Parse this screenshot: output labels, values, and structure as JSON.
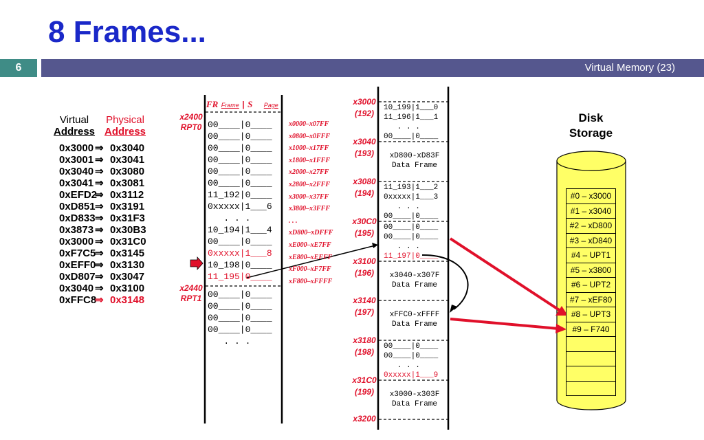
{
  "header": {
    "title": "8 Frames...",
    "slide_number": "6",
    "section": "Virtual Memory (23)"
  },
  "mapping": {
    "virtual_header": [
      "Virtual",
      "Address"
    ],
    "physical_header": [
      "Physical",
      "Address"
    ],
    "arrow": "⇒",
    "rows": [
      {
        "va": "0x3000",
        "pa": "0x3040"
      },
      {
        "va": "0x3001",
        "pa": "0x3041"
      },
      {
        "va": "0x3040",
        "pa": "0x3080"
      },
      {
        "va": "0x3041",
        "pa": "0x3081"
      },
      {
        "va": "0xEFD2",
        "pa": "0x3112"
      },
      {
        "va": "0xD851",
        "pa": "0x3191"
      },
      {
        "va": "0xD833",
        "pa": "0x31F3"
      },
      {
        "va": "0x3873",
        "pa": "0x30B3"
      },
      {
        "va": "0x3000",
        "pa": "0x31C0"
      },
      {
        "va": "0xF7C5",
        "pa": "0x3145"
      },
      {
        "va": "0xEFF0",
        "pa": "0x3130"
      },
      {
        "va": "0xD807",
        "pa": "0x3047"
      },
      {
        "va": "0x3040",
        "pa": "0x3100"
      },
      {
        "va": "0xFFC8",
        "pa": "0x3148",
        "highlight": true
      }
    ]
  },
  "page_table": {
    "header_frame": "FR",
    "header_frame_small": "Frame",
    "header_sep": "|",
    "header_status": "S",
    "header_page_small": "Page",
    "labels": [
      {
        "addr": "x2400",
        "name": "RPT0"
      },
      {
        "addr": "x2440",
        "name": "RPT1"
      }
    ],
    "rpt0_rows": [
      {
        "text": "00____|0____"
      },
      {
        "text": "00____|0____"
      },
      {
        "text": "00____|0____"
      },
      {
        "text": "00____|0____"
      },
      {
        "text": "00____|0____"
      },
      {
        "text": "00____|0____"
      },
      {
        "text": "11_192|0____"
      },
      {
        "text": "0xxxxx|1___6"
      },
      {
        "text": "   . . ."
      },
      {
        "text": "10_194|1___4"
      },
      {
        "text": "00____|0____"
      },
      {
        "text": "0xxxxx|1___8",
        "red": true
      },
      {
        "text": "10_198|0____"
      },
      {
        "text": "11_195|0____",
        "red": true
      }
    ],
    "rpt1_rows": [
      {
        "text": "00____|0____"
      },
      {
        "text": "00____|0____"
      },
      {
        "text": "00____|0____"
      },
      {
        "text": "00____|0____"
      },
      {
        "text": "   . . ."
      }
    ],
    "ranges": [
      "x0000–x07FF",
      "x0800–x0FFF",
      "x1000–x17FF",
      "x1800–x1FFF",
      "x2000–x27FF",
      "x2800–x2FFF",
      "x3000–x37FF",
      "x3800–x3FFF",
      ". . .",
      "xD800–xDFFF",
      "xE000–xE7FF",
      "xE800–xEFFF",
      "xF000–xF7FF",
      "xF800–xFFFF"
    ]
  },
  "memory": {
    "labels": [
      {
        "addr": "x3000",
        "frame": "(192)"
      },
      {
        "addr": "x3040",
        "frame": "(193)"
      },
      {
        "addr": "x3080",
        "frame": "(194)"
      },
      {
        "addr": "x30C0",
        "frame": "(195)"
      },
      {
        "addr": "x3100",
        "frame": "(196)"
      },
      {
        "addr": "x3140",
        "frame": "(197)"
      },
      {
        "addr": "x3180",
        "frame": "(198)"
      },
      {
        "addr": "x31C0",
        "frame": "(199)"
      },
      {
        "addr": "x3200",
        "frame": ""
      }
    ],
    "frames": [
      {
        "lines": [
          "10_199|1___0",
          "11_196|1___1",
          "   . . .",
          "00____|0____"
        ]
      },
      {
        "lines": [
          "xD800-xD83F",
          "Data Frame"
        ]
      },
      {
        "lines": [
          "11_193|1___2",
          "0xxxxx|1___3",
          "   . . .",
          "00____|0____"
        ]
      },
      {
        "lines": [
          "00____|0____",
          "00____|0____",
          "   . . .",
          "11_197|0____"
        ],
        "red_line": 3
      },
      {
        "lines": [
          "x3040-x307F",
          "Data Frame"
        ]
      },
      {
        "lines": [
          "xFFC0-xFFFF",
          "Data Frame"
        ]
      },
      {
        "lines": [
          "00____|0____",
          "00____|0____",
          "   . . .",
          "0xxxxx|1___9"
        ],
        "red_line": 3
      },
      {
        "lines": [
          "x3000-x303F",
          "Data Frame"
        ]
      }
    ]
  },
  "disk": {
    "label": [
      "Disk",
      "Storage"
    ],
    "slots": [
      "#0 – x3000",
      "#1 – x3040",
      "#2 – xD800",
      "#3 – xD840",
      "#4 – UPT1",
      "#5 – x3800",
      "#6 – UPT2",
      "#7 – xEF80",
      "#8 – UPT3",
      "#9 – F740",
      "",
      "",
      "",
      ""
    ]
  },
  "colors": {
    "title": "#1a28c8",
    "band": "#55578e",
    "slide_box": "#3f8c86",
    "accent_red": "#e0102a",
    "disk_fill": "#ffff66"
  }
}
